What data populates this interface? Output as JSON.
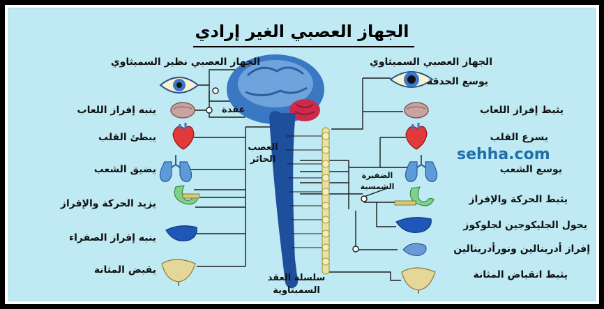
{
  "title": "الجهاز العصبي الغير إرادي",
  "watermark": "sehha.com",
  "headers": {
    "parasympathetic": "الجهاز العصبي نظير السمبثاوي",
    "sympathetic": "الجهاز العصبي السمبثاوي"
  },
  "left_labels": [
    "ينبه إفراز اللعاب",
    "يبطئ القلب",
    "يضيق الشعب",
    "يزيد الحركة والإفراز",
    "ينبه إفراز الصفراء",
    "يقبض المثانة"
  ],
  "right_labels": [
    "يوسع الحدقة",
    "يثبط إفراز اللعاب",
    "يسرع القلب",
    "يوسع الشعب",
    "يثبط الحركة والإفراز",
    "يحول الجليكوجين لجلوكوز",
    "إفراز أدرينالين ونورأدرينالين",
    "يثبط انقباض المثانة"
  ],
  "center_labels": {
    "ganglion": "عقدة",
    "vagus_1": "العصب",
    "vagus_2": "الحائر",
    "plexus_1": "الضفيرة",
    "plexus_2": "الشمسية",
    "chain_1": "سلسلة العقد",
    "chain_2": "السمبثاوية"
  },
  "colors": {
    "background": "#bfeaf3",
    "nerve_line": "#1c1c1c",
    "spinal_cord": "#1e4f9c",
    "sympathetic_chain": "#e9e2a0",
    "brain": "#3a78c4",
    "cerebellum": "#cc2a4a",
    "watermark": "#1f6fa8"
  },
  "icons": [
    "eye-icon",
    "salivary-gland-icon",
    "heart-icon",
    "lungs-icon",
    "stomach-icon",
    "liver-icon",
    "adrenal-gland-icon",
    "bladder-icon",
    "brain-icon"
  ]
}
